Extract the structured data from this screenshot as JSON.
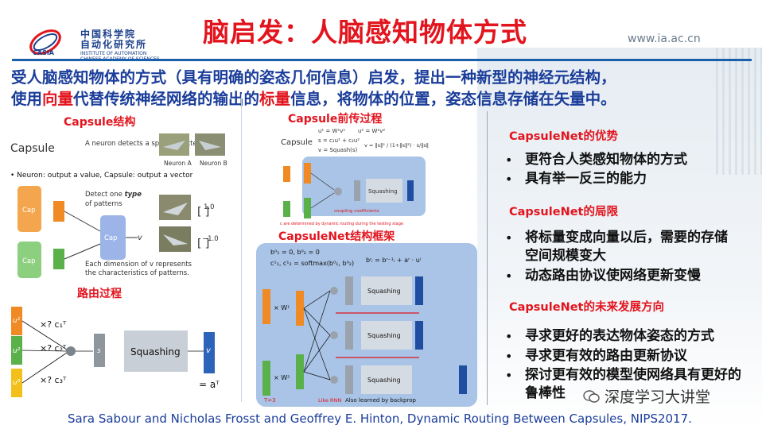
{
  "header": {
    "title": "脑启发：人脑感知物体方式",
    "url": "www.ia.ac.cn",
    "logo_cn": "中国科学院\n自动化研究所",
    "logo_en": "INSTITUTE OF AUTOMATION\nCHINESE ACADEMY OF SCIENCES",
    "logo_mark": "CASIA"
  },
  "intro": {
    "line1": "受人脑感知物体的方式（具有明确的姿态几何信息）启发，提出一种新型的神经元结构，",
    "line2_a": "使用",
    "line2_b": "向量",
    "line2_c": "代替传统神经网络的输出的",
    "line2_d": "标量",
    "line2_e": "信息，将物体的位置，姿态信息存储在矢量中。"
  },
  "labels": {
    "capsule_structure": "Capsule结构",
    "capsule_forward": "Capsule前传过程",
    "capsnet_framework": "CapsuleNet结构框架",
    "routing": "路由过程"
  },
  "capsule_panel": {
    "heading": "Capsule",
    "neuron_text": "A neuron detects a specific pattern.",
    "neuron_a": "Neuron A",
    "neuron_b": "Neuron B",
    "bullet": "• Neuron: output a value, Capsule: output a vector",
    "detect_text_1": "Detect one",
    "detect_type": "type",
    "detect_text_2": "of patterns",
    "each_dim_1": "Each dimension of v represents",
    "each_dim_2": "the characteristics of patterns.",
    "cap": "Cap",
    "v": "v",
    "vec1": "1.0",
    "vec2": "−1.0"
  },
  "forward_panel": {
    "heading": "Capsule",
    "eq1": "u¹ = W¹v¹",
    "eq2": "u² = W²v²",
    "eq3": "s = c₁u¹ + c₂u²",
    "eq4": "v = Squash(s)",
    "squash_eq": "v = ‖s‖² / (1+‖s‖²) · s/‖s‖",
    "squashing": "Squashing",
    "coupling": "coupling coefficients",
    "note": "c are determined by dynamic routing during the testing stage"
  },
  "framework_panel": {
    "eq1": "b⁰₁ = 0, b⁰₂ = 0",
    "eq2": "c¹₁, c¹₂ = softmax(b⁰₁, b⁰₂)",
    "eq3": "bʳᵢ = bʳ⁻¹ᵢ + aʳ · uⁱ",
    "w1": "× W¹",
    "w2": "× W²",
    "squashing": "Squashing",
    "like_rnn": "Like RNN",
    "backprop": "Also learned by backprop",
    "t3": "T=3"
  },
  "routing_panel": {
    "u1": "u¹",
    "u2": "u²",
    "u3": "u³",
    "c1": "×? c₁ᵀ",
    "c2": "×? c₂ᵀ",
    "c3": "×? c₃ᵀ",
    "s": "s",
    "squashing": "Squashing",
    "v": "v",
    "eq": "= aᵀ"
  },
  "right": {
    "adv_title": "CapsuleNet的优势",
    "adv_items": [
      "更符合人类感知物体的方式",
      "具有举一反三的能力"
    ],
    "lim_title": "CapsuleNet的局限",
    "lim_items": [
      "将标量变成向量以后，需要的存储空间规模变大",
      "动态路由协议使网络更新变慢"
    ],
    "fut_title": "CapsuleNet的未来发展方向",
    "fut_items": [
      "寻求更好的表达物体姿态的方式",
      "寻求更有效的路由更新协议",
      "探讨更有效的模型使网络具有更好的鲁棒性"
    ]
  },
  "footer": {
    "citation": "Sara Sabour and Nicholas Frosst and Geoffrey E. Hinton, Dynamic Routing Between Capsules, NIPS2017.",
    "watermark": "深度学习大讲堂"
  },
  "colors": {
    "title_red": "#e2141e",
    "intro_blue": "#1a3d9a",
    "orange": "#f08a24",
    "green": "#5ab14a",
    "yellow": "#f3c01b",
    "blue_box": "#3c6fb8",
    "panel_blue": "#a9c4e6"
  }
}
